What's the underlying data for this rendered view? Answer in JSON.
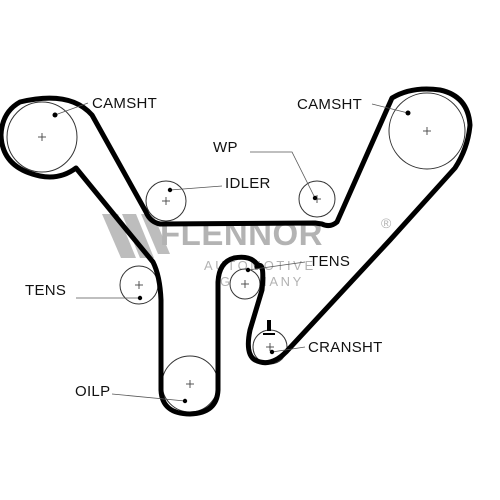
{
  "watermark": {
    "brand": "FLENNOR",
    "registered": "®",
    "subtitle_1": "AUTOMOTIVE",
    "subtitle_2": "GERMANY"
  },
  "labels": {
    "camsht_left": "CAMSHT",
    "camsht_right": "CAMSHT",
    "wp": "WP",
    "idler": "IDLER",
    "tens_right": "TENS",
    "tens_left": "TENS",
    "cranksht": "CRANSHT",
    "oilp": "OILP"
  },
  "colors": {
    "belt": "#000000",
    "watermark": "#b3b3b3"
  }
}
